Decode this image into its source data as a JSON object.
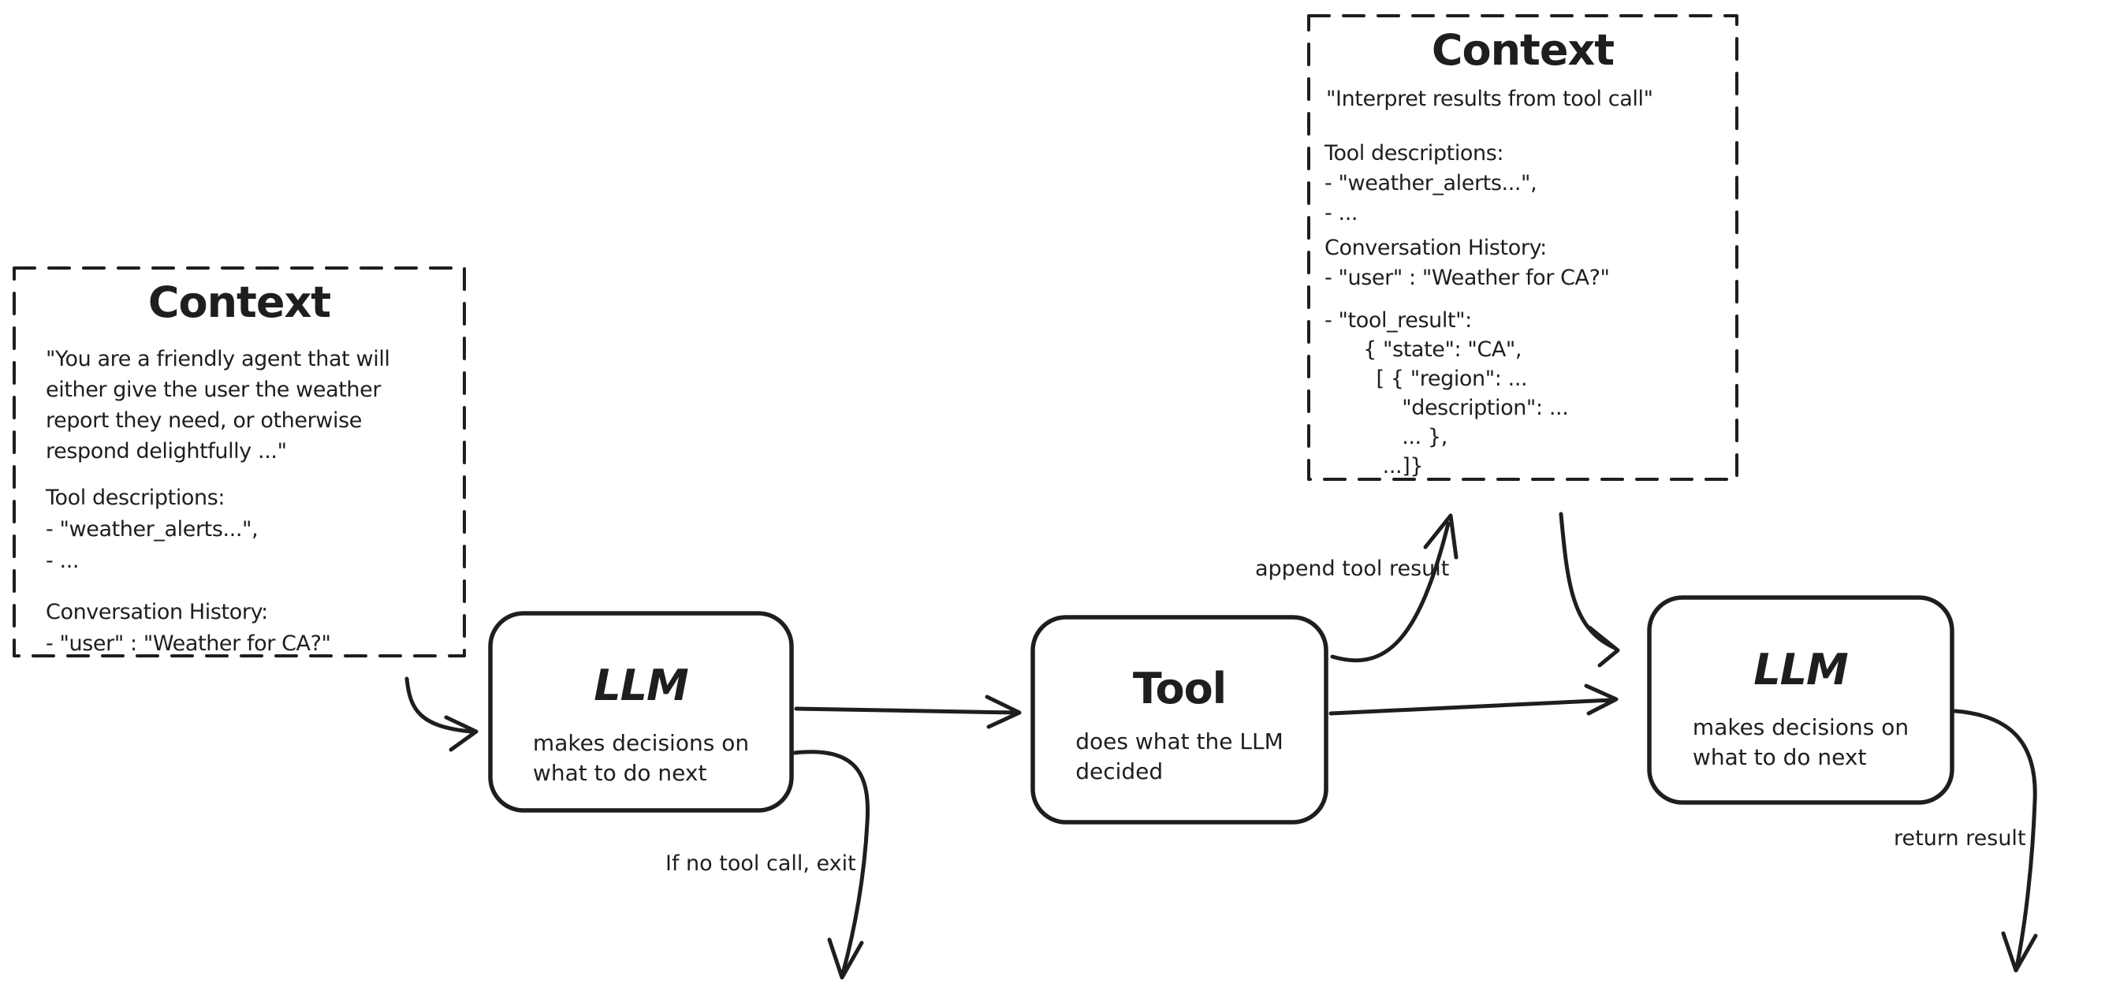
{
  "diagram": {
    "ink_color": "#1e1e1e",
    "background_color": "#ffffff",
    "context_initial": {
      "title": "Context",
      "system_prompt": "\"You are a friendly agent that will\neither give the user the weather\nreport they need, or otherwise\nrespond delightfully ...\"",
      "tool_descriptions": "Tool descriptions:\n- \"weather_alerts...\",\n- ...",
      "conversation_history": "Conversation History:\n- \"user\" : \"Weather for CA?\""
    },
    "context_with_result": {
      "title": "Context",
      "instruction": "\"Interpret results from tool call\"",
      "tool_descriptions": "Tool descriptions:\n- \"weather_alerts...\",\n- ...",
      "conversation_history": "Conversation History:\n- \"user\" : \"Weather for CA?\"",
      "tool_result": "- \"tool_result\":\n      { \"state\": \"CA\",\n        [ { \"region\": ...\n            \"description\": ...\n            ... },\n         ...]}"
    },
    "llm_first": {
      "title": "LLM",
      "description": "makes decisions on\nwhat to do next"
    },
    "tool": {
      "title": "Tool",
      "description": "does what the LLM\ndecided"
    },
    "llm_second": {
      "title": "LLM",
      "description": "makes decisions on\nwhat to do next"
    },
    "arrow_labels": {
      "append_tool_result": "append tool result",
      "exit": "If no tool call, exit",
      "return_result": "return result"
    }
  }
}
